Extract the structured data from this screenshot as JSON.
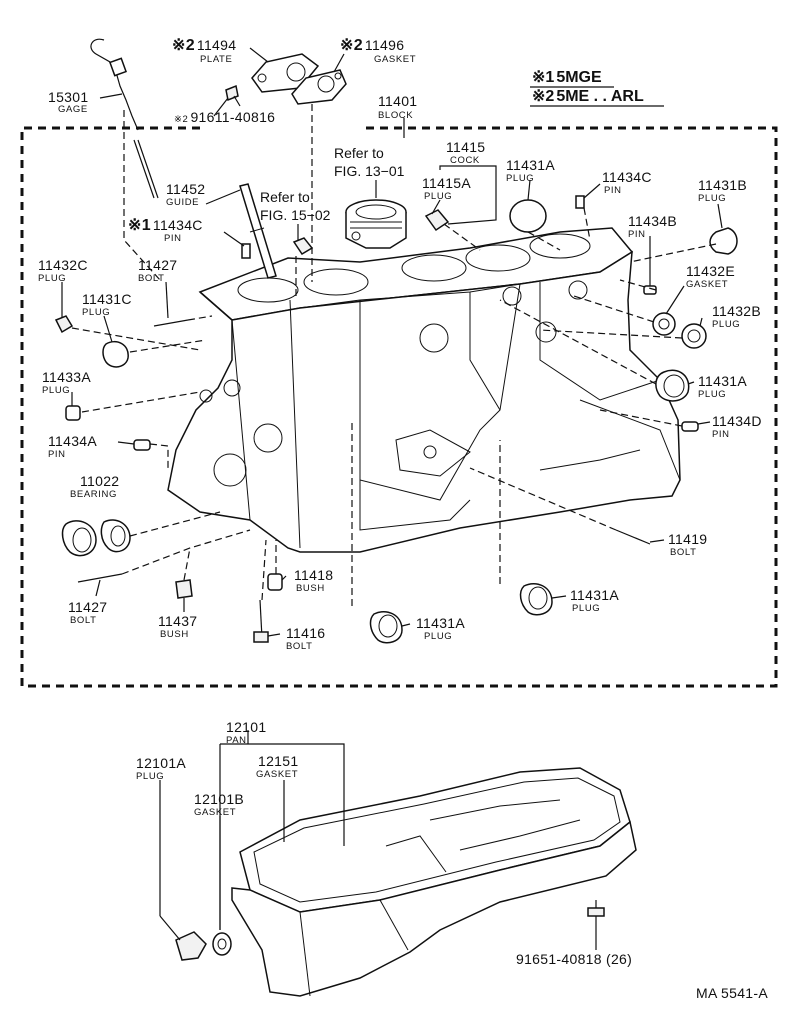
{
  "legend": [
    {
      "mark": "※1",
      "text": "5MGE"
    },
    {
      "mark": "※2",
      "text": "5ME . . ARL"
    }
  ],
  "refs": [
    {
      "line1": "Refer to",
      "line2": "FIG. 13−01"
    },
    {
      "line1": "Refer to",
      "line2": "FIG. 15−02"
    }
  ],
  "labels": [
    {
      "mark": "※2",
      "pn": "11494",
      "name": "PLATE"
    },
    {
      "mark": "※2",
      "pn": "11496",
      "name": "GASKET"
    },
    {
      "mark": "",
      "pn": "15301",
      "name": "GAGE"
    },
    {
      "mark": "※2",
      "pn": "91611-40816",
      "name": ""
    },
    {
      "mark": "",
      "pn": "11401",
      "name": "BLOCK"
    },
    {
      "mark": "",
      "pn": "11415",
      "name": "COCK"
    },
    {
      "mark": "",
      "pn": "11415A",
      "name": "PLUG"
    },
    {
      "mark": "",
      "pn": "11431A",
      "name": "PLUG"
    },
    {
      "mark": "",
      "pn": "11434C",
      "name": "PIN"
    },
    {
      "mark": "",
      "pn": "11431B",
      "name": "PLUG"
    },
    {
      "mark": "",
      "pn": "11452",
      "name": "GUIDE"
    },
    {
      "mark": "※1",
      "pn": "11434C",
      "name": "PIN"
    },
    {
      "mark": "",
      "pn": "11434B",
      "name": "PIN"
    },
    {
      "mark": "",
      "pn": "11432C",
      "name": "PLUG"
    },
    {
      "mark": "",
      "pn": "11427",
      "name": "BOLT"
    },
    {
      "mark": "",
      "pn": "11432E",
      "name": "GASKET"
    },
    {
      "mark": "",
      "pn": "11431C",
      "name": "PLUG"
    },
    {
      "mark": "",
      "pn": "11432B",
      "name": "PLUG"
    },
    {
      "mark": "",
      "pn": "11433A",
      "name": "PLUG"
    },
    {
      "mark": "",
      "pn": "11431A",
      "name": "PLUG"
    },
    {
      "mark": "",
      "pn": "11434D",
      "name": "PIN"
    },
    {
      "mark": "",
      "pn": "11434A",
      "name": "PIN"
    },
    {
      "mark": "",
      "pn": "11022",
      "name": "BEARING"
    },
    {
      "mark": "",
      "pn": "11419",
      "name": "BOLT"
    },
    {
      "mark": "",
      "pn": "11418",
      "name": "BUSH"
    },
    {
      "mark": "",
      "pn": "11427",
      "name": "BOLT"
    },
    {
      "mark": "",
      "pn": "11431A",
      "name": "PLUG"
    },
    {
      "mark": "",
      "pn": "11437",
      "name": "BUSH"
    },
    {
      "mark": "",
      "pn": "11416",
      "name": "BOLT"
    },
    {
      "mark": "",
      "pn": "11431A",
      "name": "PLUG"
    },
    {
      "mark": "",
      "pn": "12101",
      "name": "PAN"
    },
    {
      "mark": "",
      "pn": "12101A",
      "name": "PLUG"
    },
    {
      "mark": "",
      "pn": "12151",
      "name": "GASKET"
    },
    {
      "mark": "",
      "pn": "12101B",
      "name": "GASKET"
    },
    {
      "mark": "",
      "pn": "91651-40818 (26)",
      "name": ""
    }
  ],
  "figure_id": "MA  5541-A"
}
